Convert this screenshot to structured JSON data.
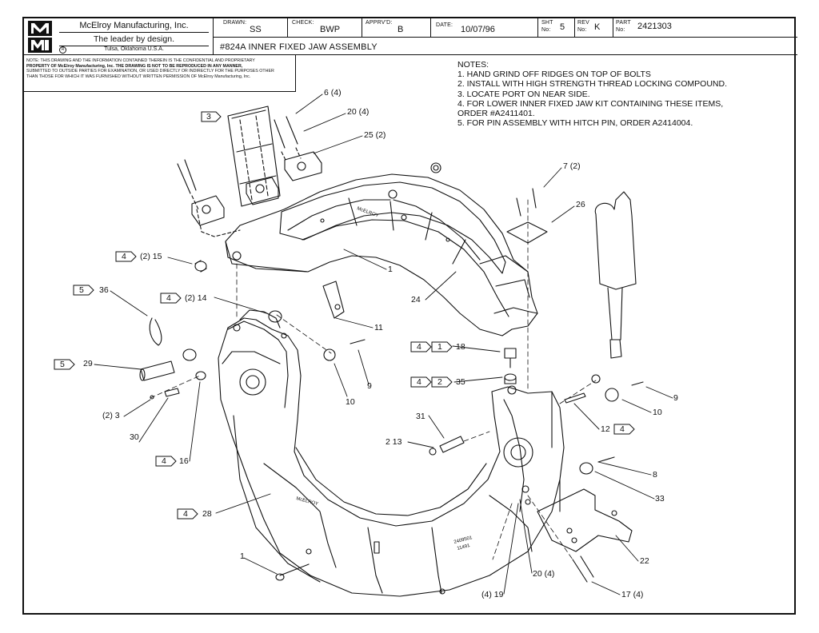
{
  "title_block": {
    "logo_letters": "MMI",
    "company": "McElroy Manufacturing, Inc.",
    "tagline": "The leader by design.",
    "location": "Tulsa, Oklahoma U.S.A.",
    "drawn_label": "DRAWN:",
    "drawn_value": "SS",
    "check_label": "CHECK:",
    "check_value": "BWP",
    "apprvd_label": "APPRV'D:",
    "apprvd_value": "B",
    "date_label": "DATE:",
    "date_value": "10/07/96",
    "sht_label_1": "SHT",
    "sht_label_2": "No:",
    "sht_value": "5",
    "rev_label_1": "REV",
    "rev_label_2": "No:",
    "rev_value": "K",
    "part_label_1": "PART",
    "part_label_2": "No:",
    "part_value": "2421303",
    "drawing_title": "#824A INNER FIXED JAW ASSEMBLY",
    "confidential_line1": "NOTE: THIS DRAWING AND THE INFORMATION CONTAINED THEREIN IS THE CONFIDENTIAL AND PROPRIETARY",
    "confidential_line2": "PROPERTY OF McElroy Manufacturing, Inc. THE DRAWING IS NOT TO BE REPRODUCED IN ANY MANNER,",
    "confidential_line3": "SUBMITTED TO OUTSIDE PARTIES FOR EXAMINATION, OR USED DIRECTLY OR INDIRECTLY FOR THE PURPOSES OTHER",
    "confidential_line4": "THAN THOSE FOR WHICH IT WAS FURNISHED WITHOUT WRITTEN PERMISSION OF McElroy Manufacturing, Inc."
  },
  "notes": {
    "heading": "NOTES:",
    "items": [
      "1.  HAND GRIND OFF RIDGES ON TOP OF BOLTS",
      "2.  INSTALL WITH HIGH STRENGTH THREAD LOCKING COMPOUND.",
      "3.  LOCATE PORT ON NEAR SIDE.",
      "4.  FOR LOWER INNER FIXED JAW KIT CONTAINING THESE ITEMS,",
      "     ORDER #A2411401.",
      "5.  FOR PIN ASSEMBLY WITH HITCH PIN, ORDER A2414004."
    ]
  },
  "note_flags": {
    "f3": "3",
    "f4a": "4",
    "f5a": "5",
    "f4b": "4",
    "f5b": "5",
    "f4c": "4",
    "f4d": "4",
    "f4e": "4",
    "f1": "1",
    "f4f": "4",
    "f2": "2",
    "f4g": "4"
  },
  "callouts": {
    "c6": "6 (4)",
    "c20a": "20 (4)",
    "c25": "25 (2)",
    "c7": "7 (2)",
    "c26": "26",
    "c15": "(2) 15",
    "c1a": "1",
    "c36": "36",
    "c14": "(2) 14",
    "c24": "24",
    "c11": "11",
    "c18": "18",
    "c29": "29",
    "c10a": "10",
    "c9a": "9",
    "c35": "35",
    "c9b": "9",
    "c3": "(2) 3",
    "c10b": "10",
    "c31": "31",
    "c12": "12",
    "c30": "30",
    "c13": "2 13",
    "c16": "16",
    "c8": "8",
    "c33": "33",
    "c28": "28",
    "c22": "22",
    "c1b": "1",
    "c20b": "20 (4)",
    "c19": "(4) 19",
    "c17": "17 (4)"
  },
  "part_stamps": {
    "upper_brand": "McELROY",
    "lower_brand": "McELROY",
    "part_stamp_1": "2409501",
    "part_stamp_2": "11491"
  }
}
